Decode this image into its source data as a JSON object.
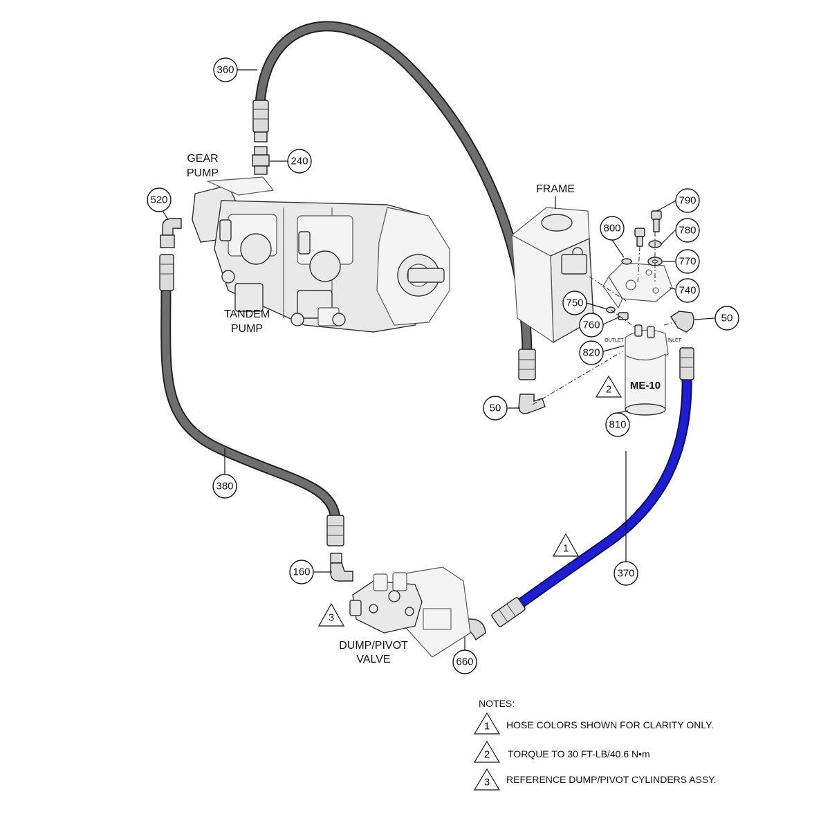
{
  "component_labels": {
    "gear_pump": [
      "GEAR",
      "PUMP"
    ],
    "tandem_pump": [
      "TANDEM",
      "PUMP"
    ],
    "frame": "FRAME",
    "dump_pivot_valve": [
      "DUMP/PIVOT",
      "VALVE"
    ],
    "filter_model": "ME-10",
    "filter_outlet": "OUTLET",
    "filter_inlet": "INLET"
  },
  "callouts": [
    "360",
    "240",
    "520",
    "380",
    "160",
    "660",
    "370",
    "50",
    "50",
    "800",
    "790",
    "780",
    "770",
    "740",
    "750",
    "760",
    "820",
    "810"
  ],
  "flags": [
    "1",
    "2",
    "3"
  ],
  "notes": {
    "heading": "NOTES:",
    "items": [
      {
        "num": "1",
        "text": "HOSE COLORS SHOWN FOR CLARITY ONLY."
      },
      {
        "num": "2",
        "text": "TORQUE TO 30 FT-LB/40.6 N•m"
      },
      {
        "num": "3",
        "text": "REFERENCE DUMP/PIVOT CYLINDERS ASSY."
      }
    ]
  },
  "colors": {
    "hose_gray": "#6f6f6f",
    "hose_blue": "#1f1fd0",
    "line": "#111111"
  }
}
